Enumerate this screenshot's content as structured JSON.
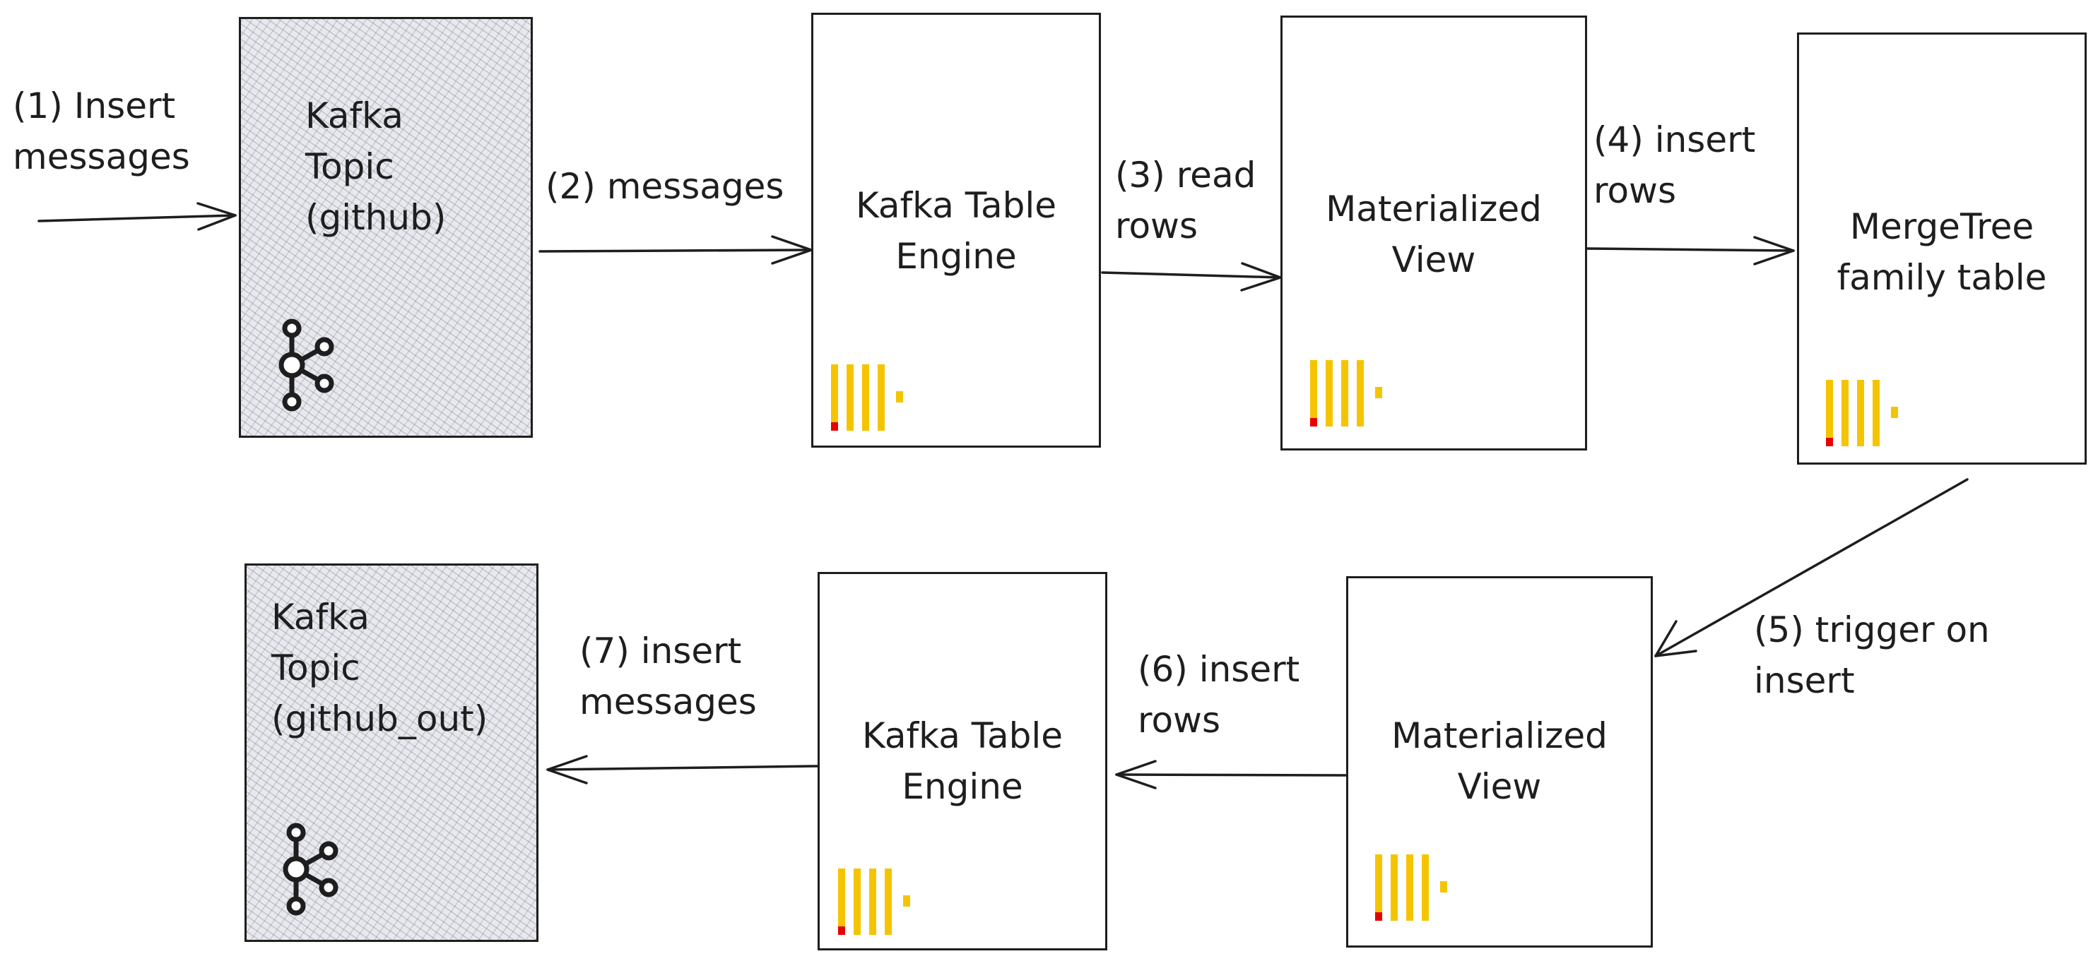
{
  "colors": {
    "stroke": "#1e1e1e",
    "kafka_fill": "#e7e9ee",
    "clickhouse_yellow": "#f5c400",
    "clickhouse_red": "#e60000"
  },
  "icons": {
    "kafka": "kafka-logo-icon",
    "clickhouse": "clickhouse-logo-icon"
  },
  "top_row": {
    "kafka_topic": "Kafka\nTopic\n(github)",
    "kafka_engine": "Kafka Table\nEngine",
    "materialized_view": "Materialized\nView",
    "mergetree": "MergeTree\nfamily table"
  },
  "bottom_row": {
    "materialized_view": "Materialized\nView",
    "kafka_engine": "Kafka Table\nEngine",
    "kafka_topic": "Kafka\nTopic\n(github_out)"
  },
  "edges": {
    "e1": "(1) Insert\nmessages",
    "e2": "(2) messages",
    "e3": "(3) read\nrows",
    "e4": "(4) insert\nrows",
    "e5": "(5) trigger on\ninsert",
    "e6": "(6) insert\nrows",
    "e7": "(7) insert\nmessages"
  }
}
